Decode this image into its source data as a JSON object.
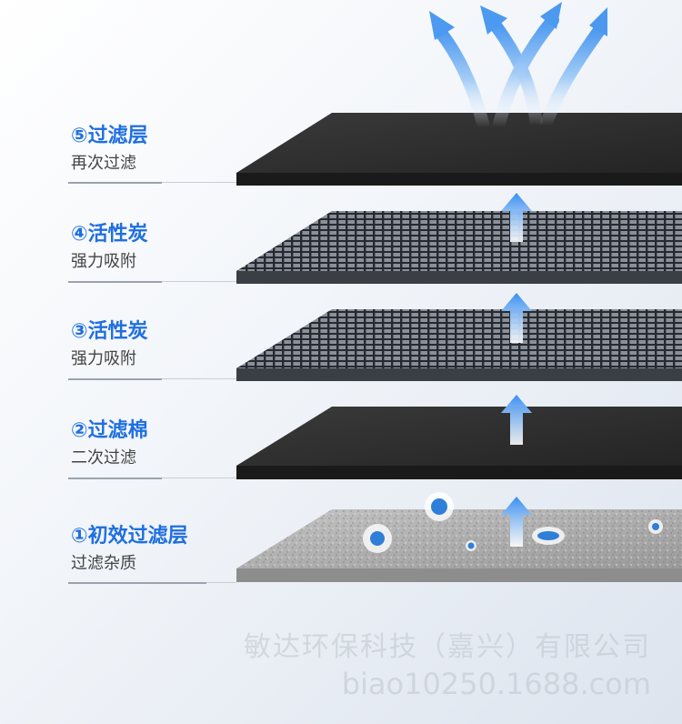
{
  "layers": [
    {
      "title": "⑤过滤层",
      "subtitle": "再次过滤"
    },
    {
      "title": "④活性炭",
      "subtitle": "强力吸附"
    },
    {
      "title": "③活性炭",
      "subtitle": "强力吸附"
    },
    {
      "title": "②过滤棉",
      "subtitle": "二次过滤"
    },
    {
      "title": "①初效过滤层",
      "subtitle": "过滤杂质"
    }
  ],
  "watermark": {
    "company": "敏达环保科技（嘉兴）有限公司",
    "url": "biao10250.1688.com"
  },
  "colors": {
    "accent": "#1f6fe0",
    "arrow": "#3a8ff0",
    "felt": "#2a2a2a",
    "grid": "#2f343b",
    "primary_filter": "#a9a9a9"
  },
  "icons": [
    "upflow-arrow-icon",
    "germ-icon",
    "airflow-arrows-icon"
  ]
}
